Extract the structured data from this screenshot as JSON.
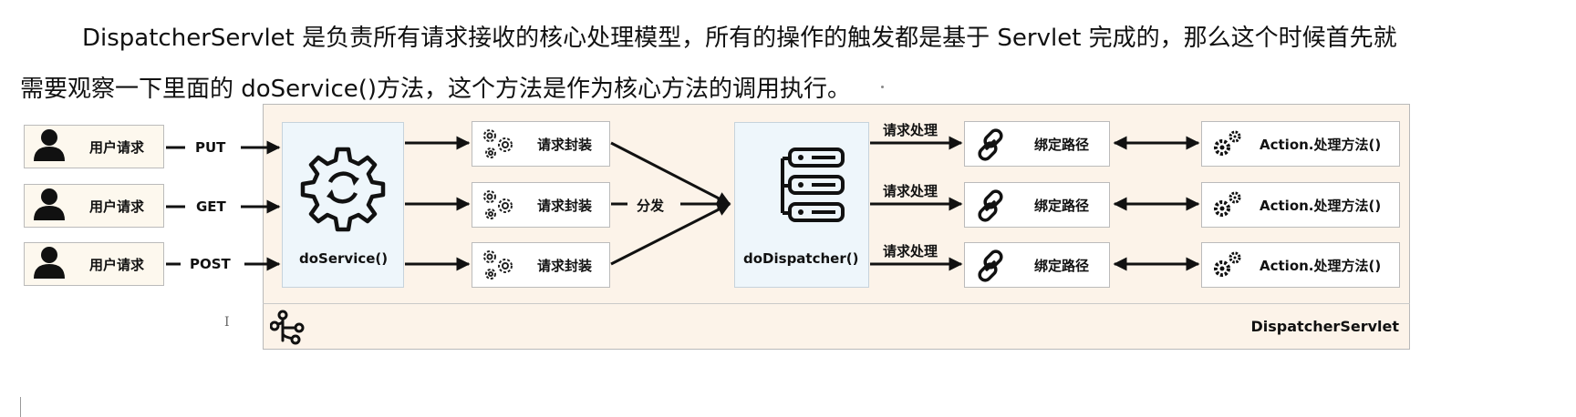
{
  "paragraph": {
    "line1": "DispatcherServlet 是负责所有请求接收的核心处理模型，所有的操作的触发都是基于 Servlet 完成的，那么这个时候首先就",
    "line2": "需要观察一下里面的 doService()方法，这个方法是作为核心方法的调用执行。"
  },
  "diagram": {
    "users": [
      {
        "label": "用户请求",
        "method": "PUT"
      },
      {
        "label": "用户请求",
        "method": "GET"
      },
      {
        "label": "用户请求",
        "method": "POST"
      }
    ],
    "core": {
      "label": "doService()",
      "icon": "gear-sync-icon"
    },
    "wrappers": [
      {
        "label": "请求封装"
      },
      {
        "label": "请求封装"
      },
      {
        "label": "请求封装"
      }
    ],
    "dispatch_label": "分发",
    "dispatcher": {
      "label": "doDispatcher()",
      "icon": "server-stack-icon"
    },
    "handle_labels": [
      "请求处理",
      "请求处理",
      "请求处理"
    ],
    "bindings": [
      {
        "label": "绑定路径"
      },
      {
        "label": "绑定路径"
      },
      {
        "label": "绑定路径"
      }
    ],
    "actions": [
      {
        "label": "Action.处理方法()"
      },
      {
        "label": "Action.处理方法()"
      },
      {
        "label": "Action.处理方法()"
      }
    ],
    "container_label": "DispatcherServlet",
    "colors": {
      "container_bg": "#fcf3e9",
      "core_bg": "#eef6fb",
      "user_bg": "#fdf8ee",
      "line": "#111111"
    }
  },
  "cursor_glyph": "I"
}
